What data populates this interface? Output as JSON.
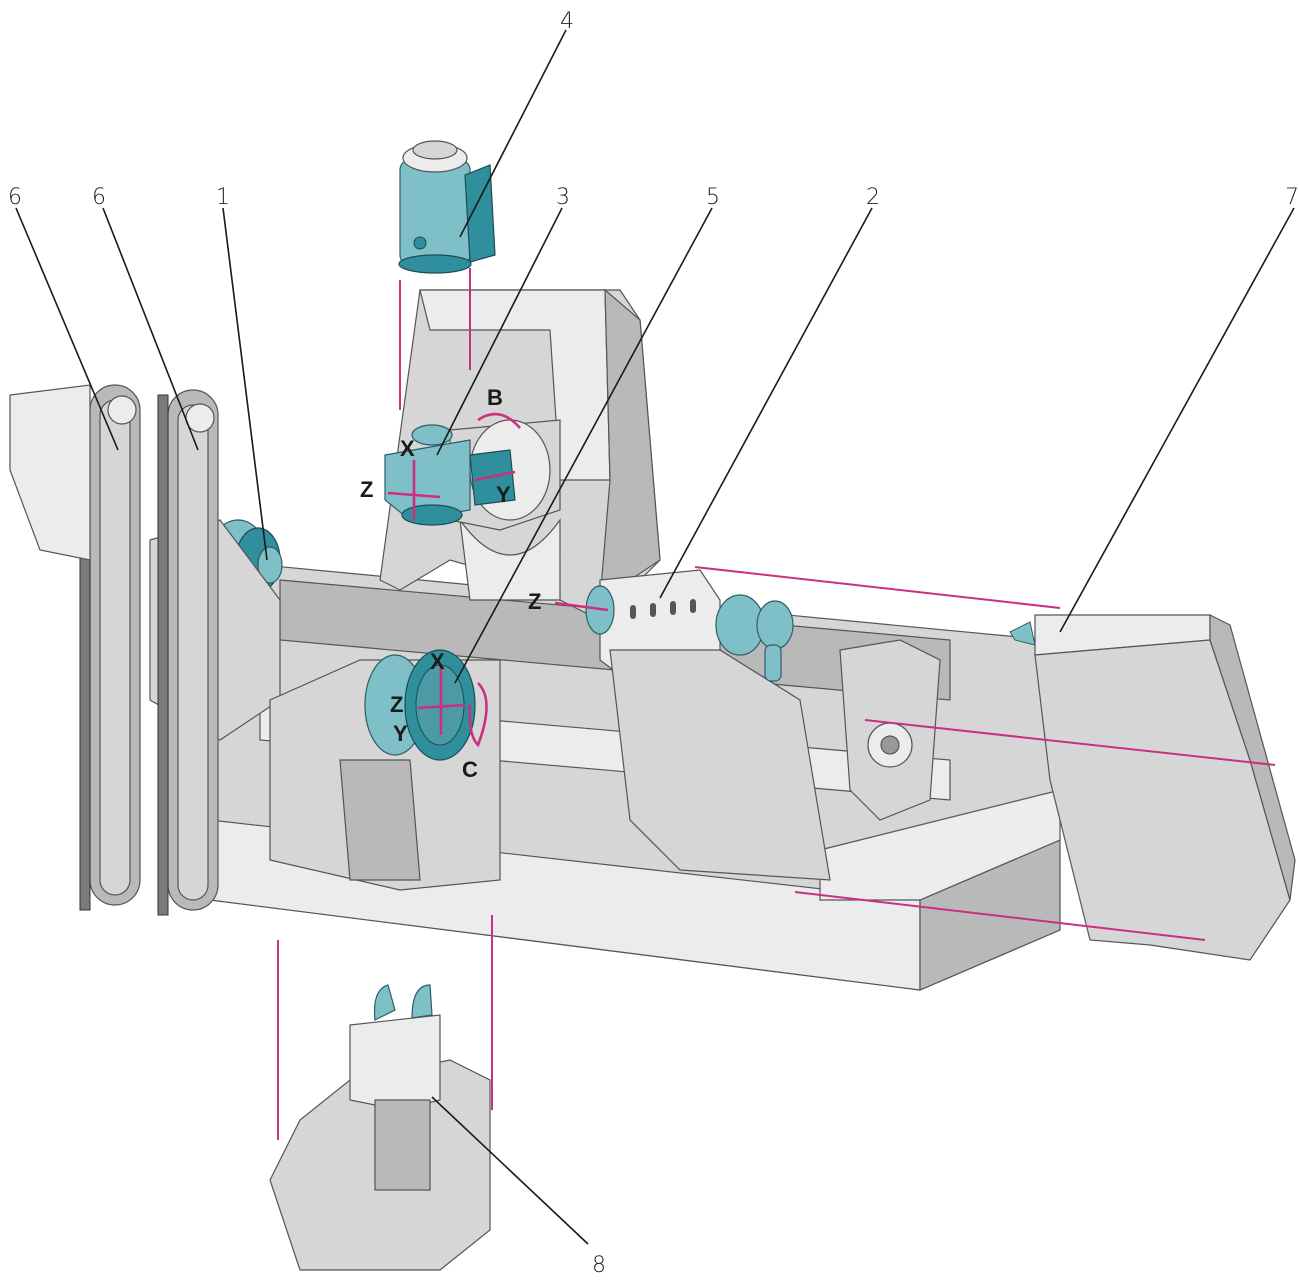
{
  "callouts": {
    "c6a": "6",
    "c6b": "6",
    "c1": "1",
    "c4": "4",
    "c3": "3",
    "c5": "5",
    "c2": "2",
    "c7": "7",
    "c8": "8"
  },
  "axes": {
    "head_x": "X",
    "head_z": "Z",
    "head_y": "Y",
    "head_b": "B",
    "spindle_z": "Z",
    "turret_x": "X",
    "turret_z": "Z",
    "turret_y": "Y",
    "turret_c": "C"
  },
  "colors": {
    "machine": "#d6d6d6",
    "accent_teal": "#7fbfc8",
    "axis_magenta": "#cc2f7f"
  }
}
